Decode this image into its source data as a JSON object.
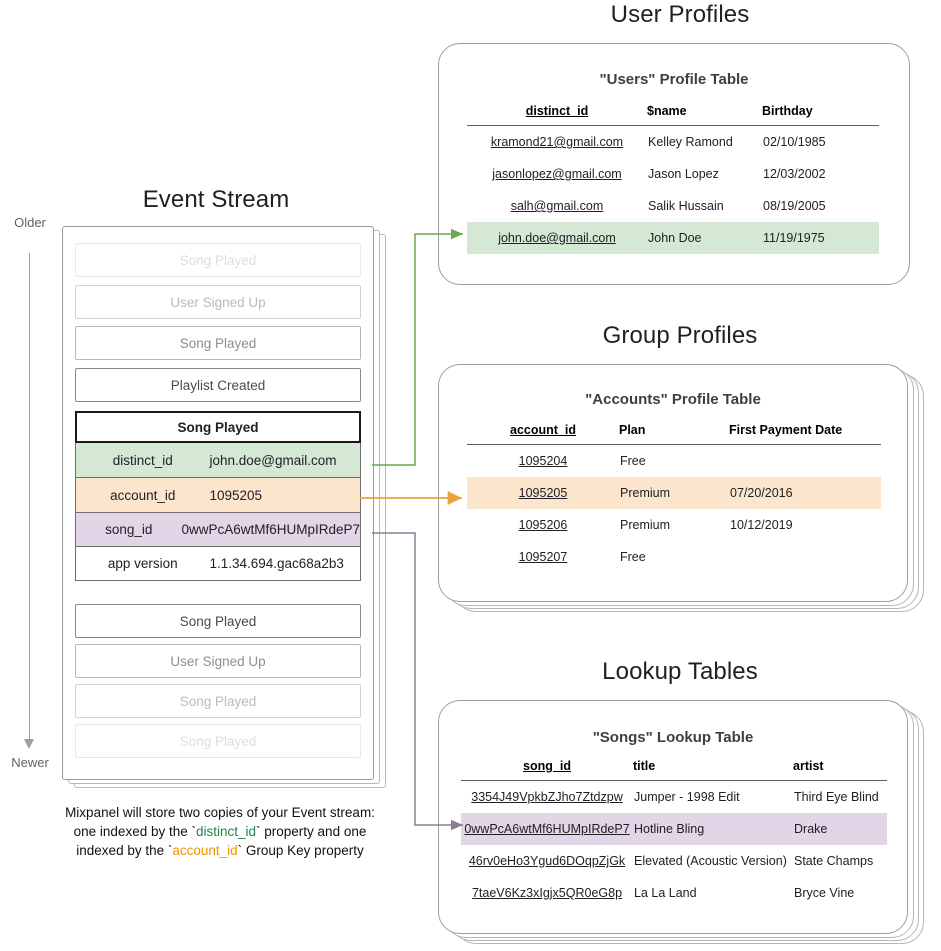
{
  "timeline": {
    "older_label": "Older",
    "newer_label": "Newer"
  },
  "event_stream": {
    "title": "Event Stream",
    "events_before": [
      {
        "label": "Song Played",
        "opacity": 0.18
      },
      {
        "label": "User Signed Up",
        "opacity": 0.38
      },
      {
        "label": "Song Played",
        "opacity": 0.62
      },
      {
        "label": "Playlist Created",
        "opacity": 1.0
      }
    ],
    "focus_event": {
      "name": "Song Played",
      "properties": [
        {
          "key": "distinct_id",
          "value": "john.doe@gmail.com",
          "highlight": "green"
        },
        {
          "key": "account_id",
          "value": "1095205",
          "highlight": "orange"
        },
        {
          "key": "song_id",
          "value": "0wwPcA6wtMf6HUMpIRdeP7",
          "highlight": "purple"
        },
        {
          "key": "app version",
          "value": "1.1.34.694.gac68a2b3",
          "highlight": "none"
        }
      ]
    },
    "events_after": [
      {
        "label": "Song Played",
        "opacity": 1.0
      },
      {
        "label": "User Signed Up",
        "opacity": 0.62
      },
      {
        "label": "Song Played",
        "opacity": 0.38
      },
      {
        "label": "Song Played",
        "opacity": 0.18
      }
    ],
    "caption": {
      "line1": "Mixpanel will store two copies of your Event stream:",
      "line2_a": "one indexed by the `",
      "line2_key": "distinct_id",
      "line2_b": "` property and one",
      "line3_a": "indexed by the `",
      "line3_key": "account_id",
      "line3_b": "` Group Key property"
    }
  },
  "user_profiles": {
    "section_title": "User Profiles",
    "table_title": "\"Users\" Profile Table",
    "columns": [
      "distinct_id",
      "$name",
      "Birthday"
    ],
    "rows": [
      {
        "distinct_id": "kramond21@gmail.com",
        "name": "Kelley Ramond",
        "birthday": "02/10/1985",
        "highlight": "none"
      },
      {
        "distinct_id": "jasonlopez@gmail.com",
        "name": "Jason Lopez",
        "birthday": "12/03/2002",
        "highlight": "none"
      },
      {
        "distinct_id": "salh@gmail.com",
        "name": "Salik Hussain",
        "birthday": "08/19/2005",
        "highlight": "none"
      },
      {
        "distinct_id": "john.doe@gmail.com",
        "name": "John Doe",
        "birthday": "11/19/1975",
        "highlight": "green"
      }
    ]
  },
  "group_profiles": {
    "section_title": "Group Profiles",
    "table_title": "\"Accounts\" Profile Table",
    "columns": [
      "account_id",
      "Plan",
      "First Payment Date"
    ],
    "rows": [
      {
        "account_id": "1095204",
        "plan": "Free",
        "first_payment_date": "",
        "highlight": "none"
      },
      {
        "account_id": "1095205",
        "plan": "Premium",
        "first_payment_date": "07/20/2016",
        "highlight": "orange"
      },
      {
        "account_id": "1095206",
        "plan": "Premium",
        "first_payment_date": "10/12/2019",
        "highlight": "none"
      },
      {
        "account_id": "1095207",
        "plan": "Free",
        "first_payment_date": "",
        "highlight": "none"
      }
    ]
  },
  "lookup_tables": {
    "section_title": "Lookup Tables",
    "table_title": "\"Songs\" Lookup Table",
    "columns": [
      "song_id",
      "title",
      "artist"
    ],
    "rows": [
      {
        "song_id": "3354J49VpkbZJho7Ztdzpw",
        "title": "Jumper - 1998 Edit",
        "artist": "Third Eye Blind",
        "highlight": "none"
      },
      {
        "song_id": "0wwPcA6wtMf6HUMpIRdeP7",
        "title": "Hotline Bling",
        "artist": "Drake",
        "highlight": "purple"
      },
      {
        "song_id": "46rv0eHo3Ygud6DOqpZjGk",
        "title": "Elevated (Acoustic Version)",
        "artist": "State Champs",
        "highlight": "none"
      },
      {
        "song_id": "7taeV6Kz3xIgjx5QR0eG8p",
        "title": "La La Land",
        "artist": "Bryce Vine",
        "highlight": "none"
      }
    ]
  },
  "colors": {
    "green_highlight": "#d5e8d4",
    "orange_highlight": "#fce5cd",
    "purple_highlight": "#e1d5e7",
    "green_connector": "#6aa84f",
    "orange_connector": "#e8a33d",
    "purple_connector": "#8d7b94",
    "card_border": "#9e9e9e"
  }
}
